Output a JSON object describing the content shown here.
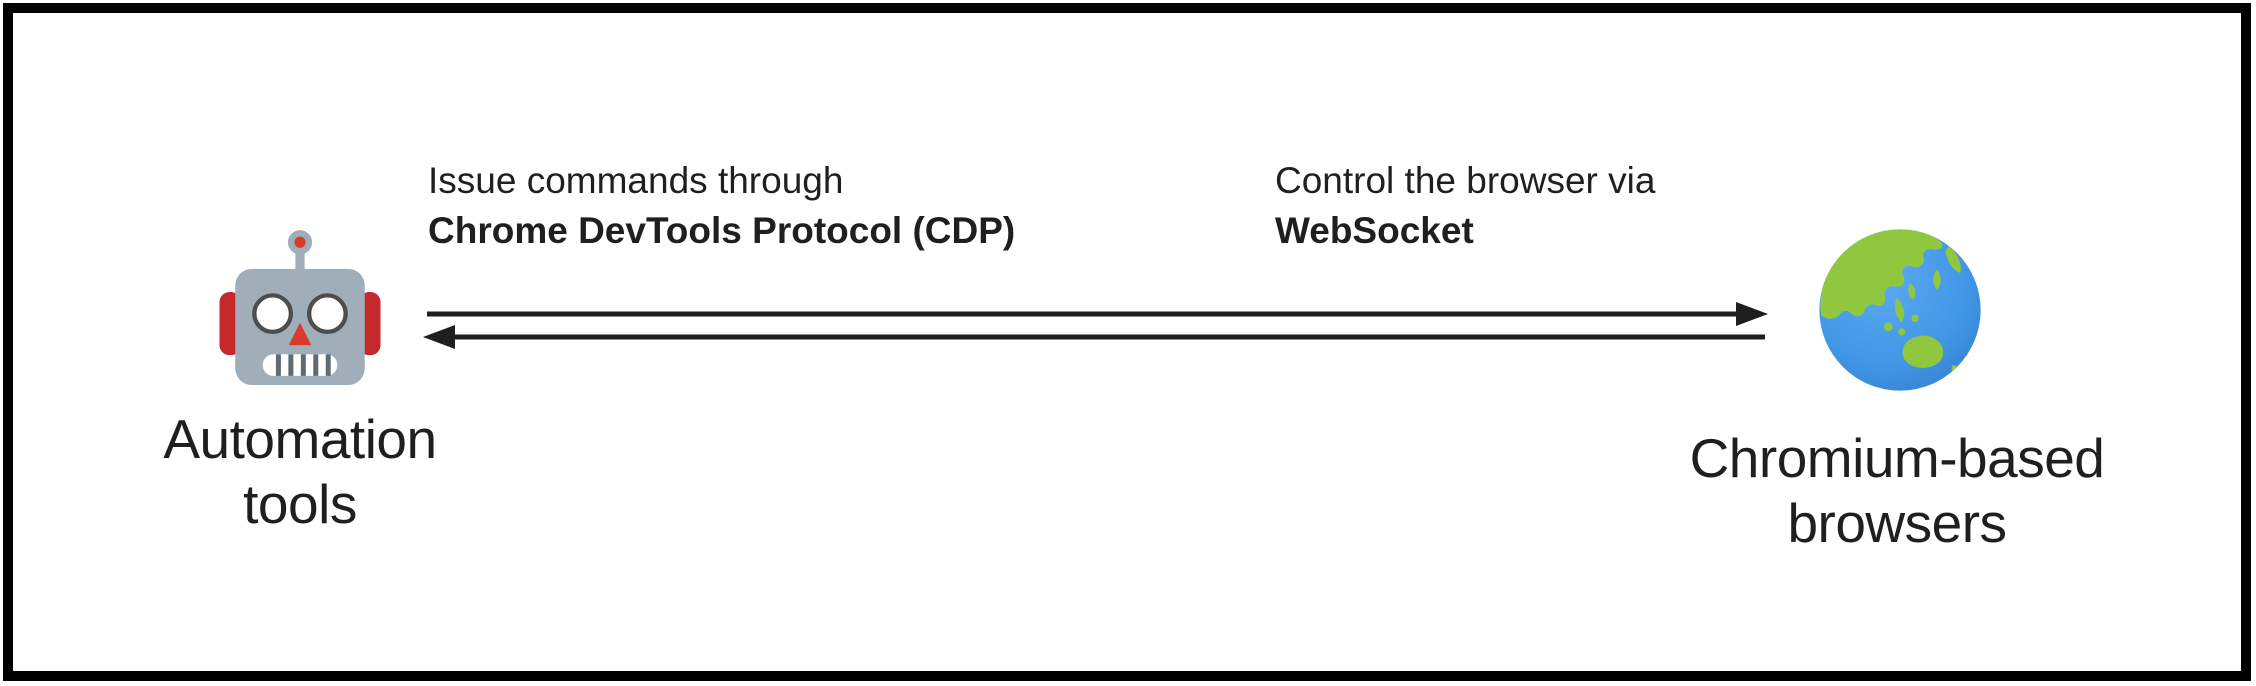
{
  "nodes": {
    "automation": {
      "line1": "Automation",
      "line2": "tools",
      "icon": "robot"
    },
    "browsers": {
      "line1": "Chromium-based",
      "line2": "browsers",
      "icon": "globe-asia-australia"
    }
  },
  "connection_labels": {
    "cdp": {
      "line1": "Issue commands through",
      "line2": "Chrome DevTools Protocol (CDP)"
    },
    "websocket": {
      "line1": "Control the browser via",
      "line2": "WebSocket"
    }
  },
  "arrows": {
    "top": {
      "from": "automation",
      "to": "browsers",
      "direction": "right"
    },
    "bottom": {
      "from": "browsers",
      "to": "automation",
      "direction": "left"
    }
  },
  "colors": {
    "background": "#ffffff",
    "border": "#000000",
    "text": "#1f1f1f",
    "arrow": "#1e1e1e",
    "robot_head": "#a0aeb9",
    "robot_ear_red": "#c5292b",
    "robot_nose_red": "#d83a2e",
    "robot_eye_ring": "#4d4d4d",
    "robot_mouth_bar": "#5f6b73",
    "globe_ocean": "#4196e6",
    "globe_land": "#8fc83f"
  }
}
